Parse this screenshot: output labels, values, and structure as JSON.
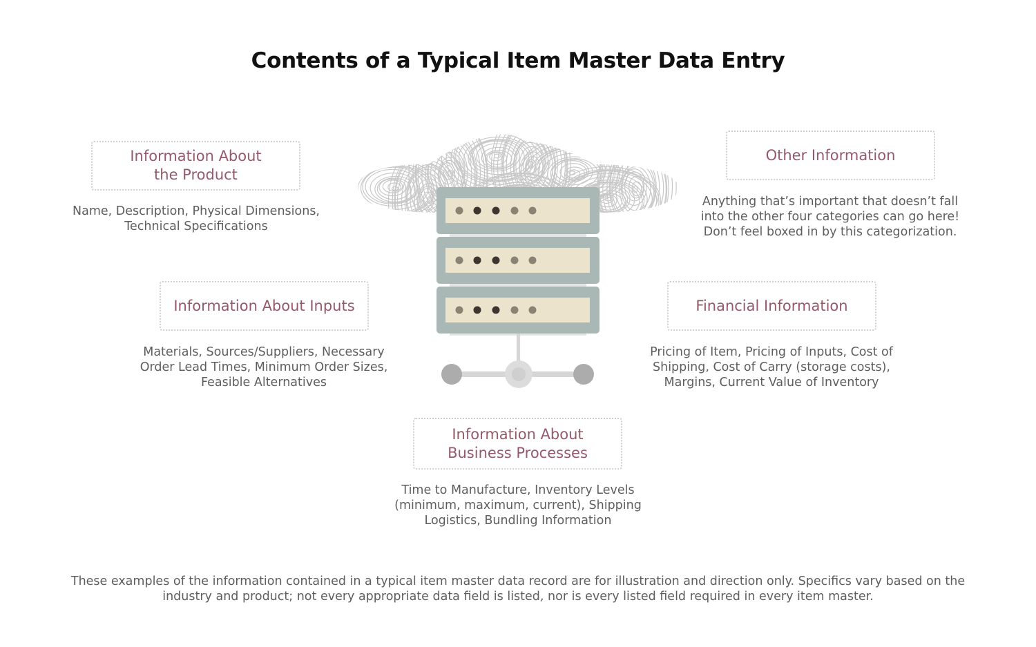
{
  "title": "Contents of a Typical Item Master Data Entry",
  "categories": [
    {
      "heading": "Information About\nthe Product",
      "description": "Name, Description, Physical Dimensions,\nTechnical Specifications"
    },
    {
      "heading": "Other Information",
      "description": "Anything that’s important that doesn’t fall\ninto the other four categories can go here!\nDon’t feel boxed in by this categorization."
    },
    {
      "heading": "Information About Inputs",
      "description": "Materials, Sources/Suppliers, Necessary\nOrder Lead Times, Minimum Order Sizes,\nFeasible Alternatives"
    },
    {
      "heading": "Financial Information",
      "description": "Pricing of Item, Pricing of Inputs, Cost of\nShipping, Cost of Carry (storage costs),\nMargins, Current Value of Inventory"
    },
    {
      "heading": "Information About\nBusiness Processes",
      "description": "Time to Manufacture, Inventory Levels\n(minimum, maximum, current), Shipping\nLogistics, Bundling Information"
    }
  ],
  "footnote": "These examples of the information contained in a typical item master data record are for illustration and direction only. Specifics vary based on the industry and product; not every appropriate data field is listed, nor is every listed field required in every item master.",
  "colors": {
    "heading": "#96596a",
    "body_text": "#5e5e5e",
    "server_frame": "#a9b7b5",
    "server_panel": "#ebe3cb",
    "cloud_lines": "#c8c8c8"
  }
}
